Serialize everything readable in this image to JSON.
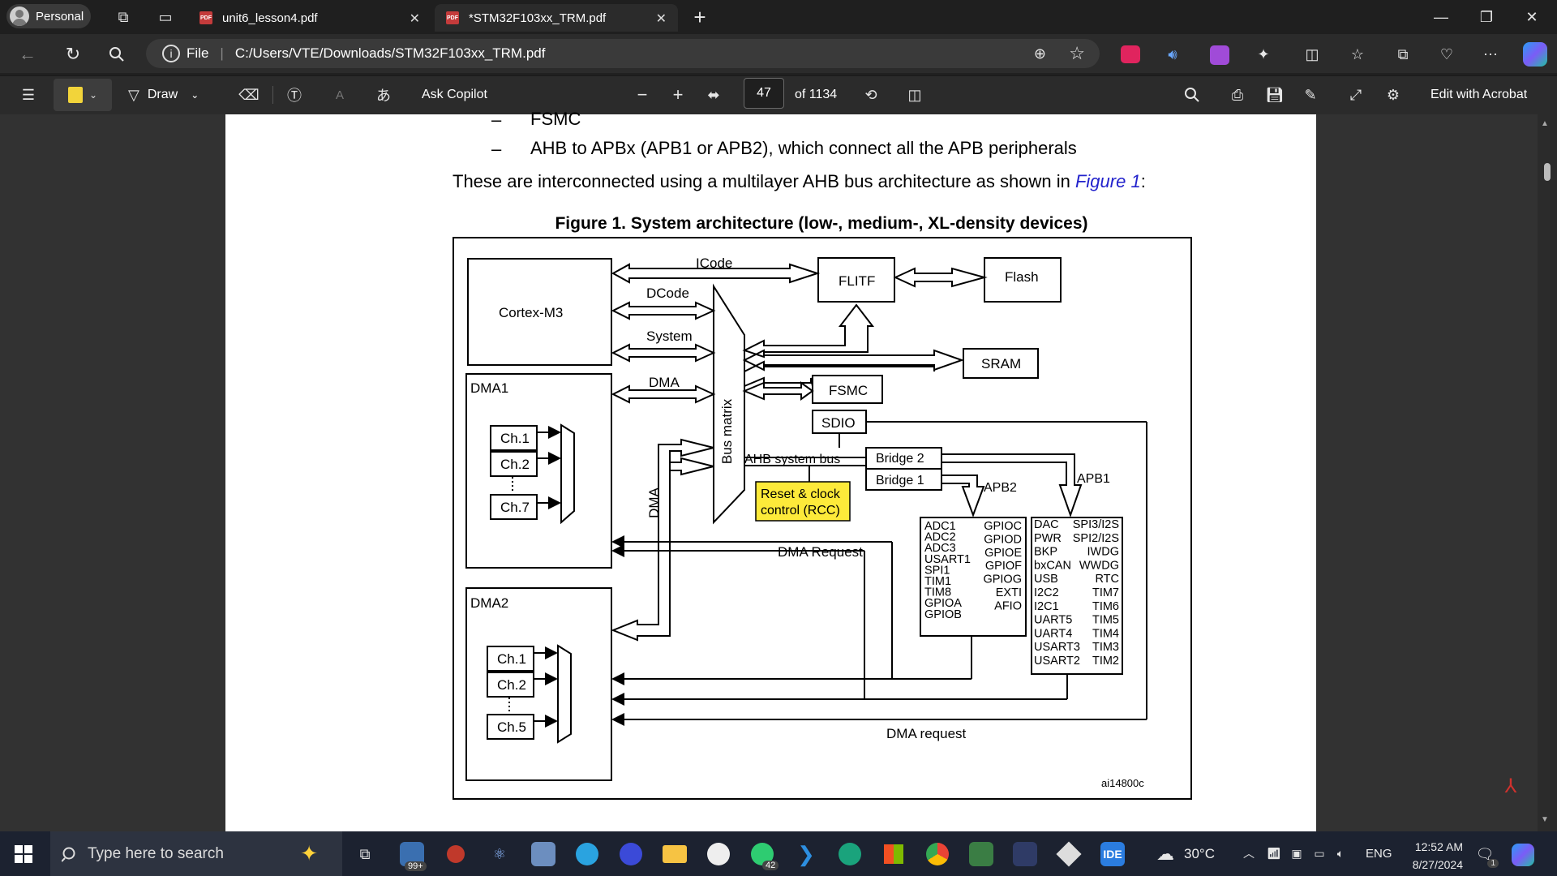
{
  "browser": {
    "profile": "Personal",
    "tabs": [
      {
        "title": "unit6_lesson4.pdf"
      },
      {
        "title": "*STM32F103xx_TRM.pdf"
      }
    ],
    "address_scheme": "File",
    "address": "C:/Users/VTE/Downloads/STM32F103xx_TRM.pdf"
  },
  "pdf_toolbar": {
    "draw_label": "Draw",
    "copilot_label": "Ask Copilot",
    "page_current": "47",
    "page_total": "of 1134",
    "acrobat_label": "Edit with Acrobat"
  },
  "document": {
    "list_item_1": "FSMC",
    "list_item_2": "AHB to APBx (APB1 or APB2), which connect all the APB peripherals",
    "dash": "–",
    "para_prefix": "These are interconnected using a multilayer AHB bus architecture as shown in ",
    "para_link": "Figure 1",
    "para_suffix": ":",
    "figure_title": "Figure 1. System architecture (low-, medium-, XL-density devices)",
    "diagram": {
      "icode": "ICode",
      "dcode": "DCode",
      "system": "System",
      "dma_bus": "DMA",
      "dma_vertical": "DMA",
      "flitf": "FLITF",
      "flash": "Flash",
      "cortex": "Cortex-M3",
      "sram": "SRAM",
      "fsmc": "FSMC",
      "sdio": "SDIO",
      "bus_matrix": "Bus matrix",
      "ahb_system_bus": "AHB system bus",
      "bridge2": "Bridge  2",
      "bridge1": "Bridge  1",
      "rcc_line1": "Reset & clock",
      "rcc_line2": "control (RCC)",
      "apb2": "APB2",
      "apb1": "APB1",
      "dma1": "DMA1",
      "dma2": "DMA2",
      "dma1_ch1": "Ch.1",
      "dma1_ch2": "Ch.2",
      "dma1_ch7": "Ch.7",
      "dma2_ch1": "Ch.1",
      "dma2_ch2": "Ch.2",
      "dma2_ch5": "Ch.5",
      "dma_request_upper": "DMA Request",
      "dma_request_lower": "DMA request",
      "ref": "ai14800c",
      "apb2_left": [
        "ADC1",
        "ADC2",
        "ADC3",
        "USART1",
        "SPI1",
        "TIM1",
        "TIM8",
        "GPIOA",
        "GPIOB"
      ],
      "apb2_right": [
        "GPIOC",
        "GPIOD",
        "GPIOE",
        "GPIOF",
        "GPIOG",
        "EXTI",
        "AFIO"
      ],
      "apb1_left": [
        "DAC",
        "PWR",
        "BKP",
        "bxCAN",
        "USB",
        "I2C2",
        "I2C1",
        "UART5",
        "UART4",
        "USART3",
        "USART2"
      ],
      "apb1_right": [
        "SPI3/I2S",
        "SPI2/I2S",
        "IWDG",
        "WWDG",
        "RTC",
        "TIM7",
        "TIM6",
        "TIM5",
        "TIM4",
        "TIM3",
        "TIM2"
      ]
    }
  },
  "taskbar": {
    "search_placeholder": "Type here to search",
    "mail_badge": "99+",
    "whatsapp_badge": "42",
    "ide_label": "IDE",
    "temperature": "30°C",
    "language": "ENG",
    "time": "12:52 AM",
    "date": "8/27/2024",
    "notif_count": "1"
  }
}
